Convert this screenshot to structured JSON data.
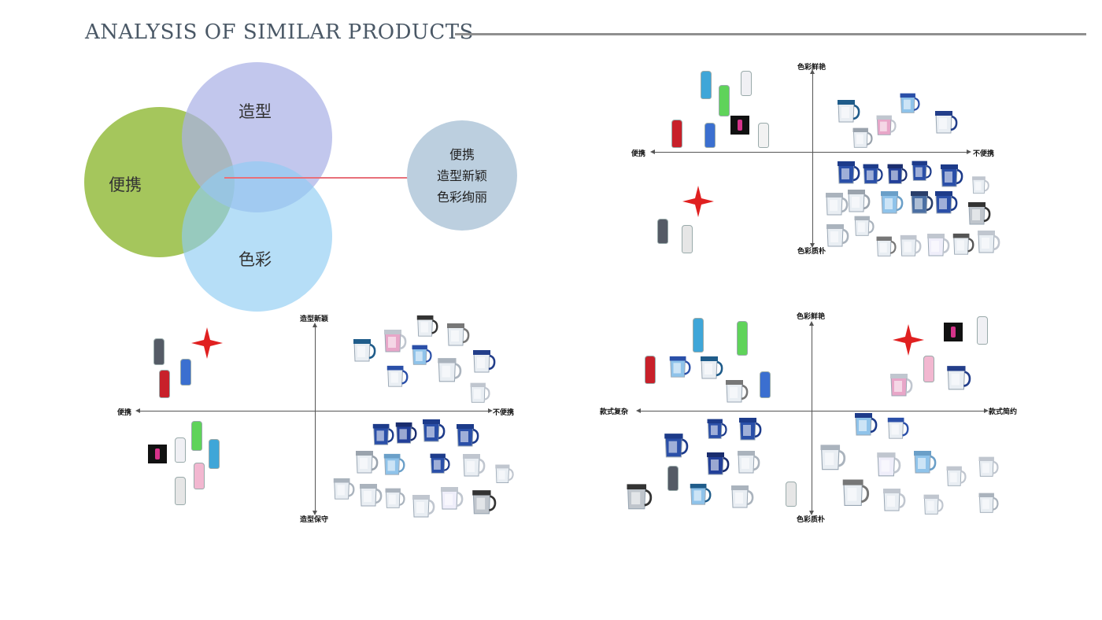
{
  "title": "ANALYSIS OF SIMILAR PRODUCTS",
  "venn": {
    "circles": [
      {
        "label": "便携",
        "color": "#9bc04a"
      },
      {
        "label": "造型",
        "color": "#b6bce8"
      },
      {
        "label": "色彩",
        "color": "#a2d4f2"
      }
    ],
    "result_lines": [
      "便携",
      "造型新颖",
      "色彩绚丽"
    ]
  },
  "charts": [
    {
      "top": "色彩鲜艳",
      "bottom": "色彩质朴",
      "left": "便携",
      "right": "不便携"
    },
    {
      "top": "造型新颖",
      "bottom": "造型保守",
      "left": "便携",
      "right": "不便携"
    },
    {
      "top": "色彩鲜艳",
      "bottom": "色彩质朴",
      "left": "款式复杂",
      "right": "款式简约"
    }
  ],
  "colors": {
    "accent": "#e8707a",
    "star": "#e02020",
    "pitcher_blue": "#2a4fa8",
    "bottle_green": "#5fd35a",
    "bottle_red": "#c8202a"
  }
}
